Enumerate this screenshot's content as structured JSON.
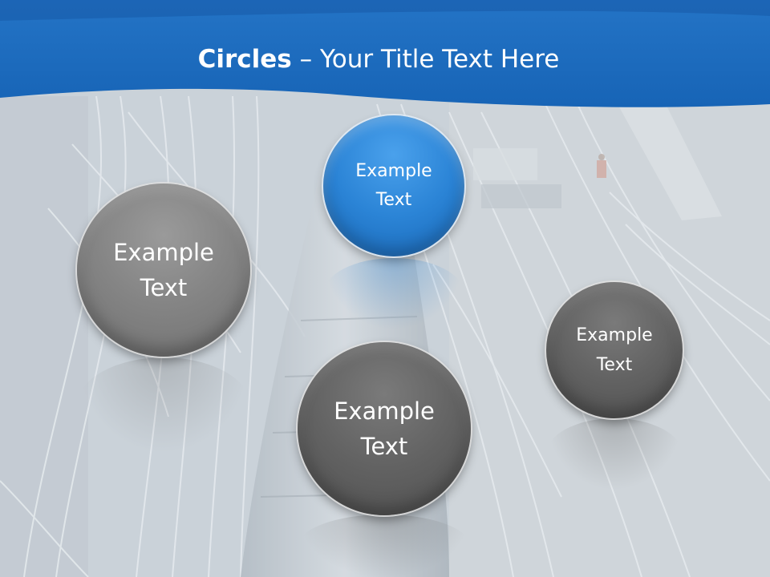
{
  "slide": {
    "title_bold": "Circles",
    "title_rest": " – Your Title Text Here"
  },
  "circles": [
    {
      "label_line1": "Example",
      "label_line2": "Text",
      "style": "gray"
    },
    {
      "label_line1": "Example",
      "label_line2": "Text",
      "style": "blue"
    },
    {
      "label_line1": "Example",
      "label_line2": "Text",
      "style": "dark"
    },
    {
      "label_line1": "Example",
      "label_line2": "Text",
      "style": "dark"
    }
  ],
  "colors": {
    "header_blue": "#1d6dbf",
    "circle_blue": "#2b84d6",
    "circle_gray": "#858585",
    "circle_dark": "#626262",
    "title_text": "#ffffff"
  }
}
